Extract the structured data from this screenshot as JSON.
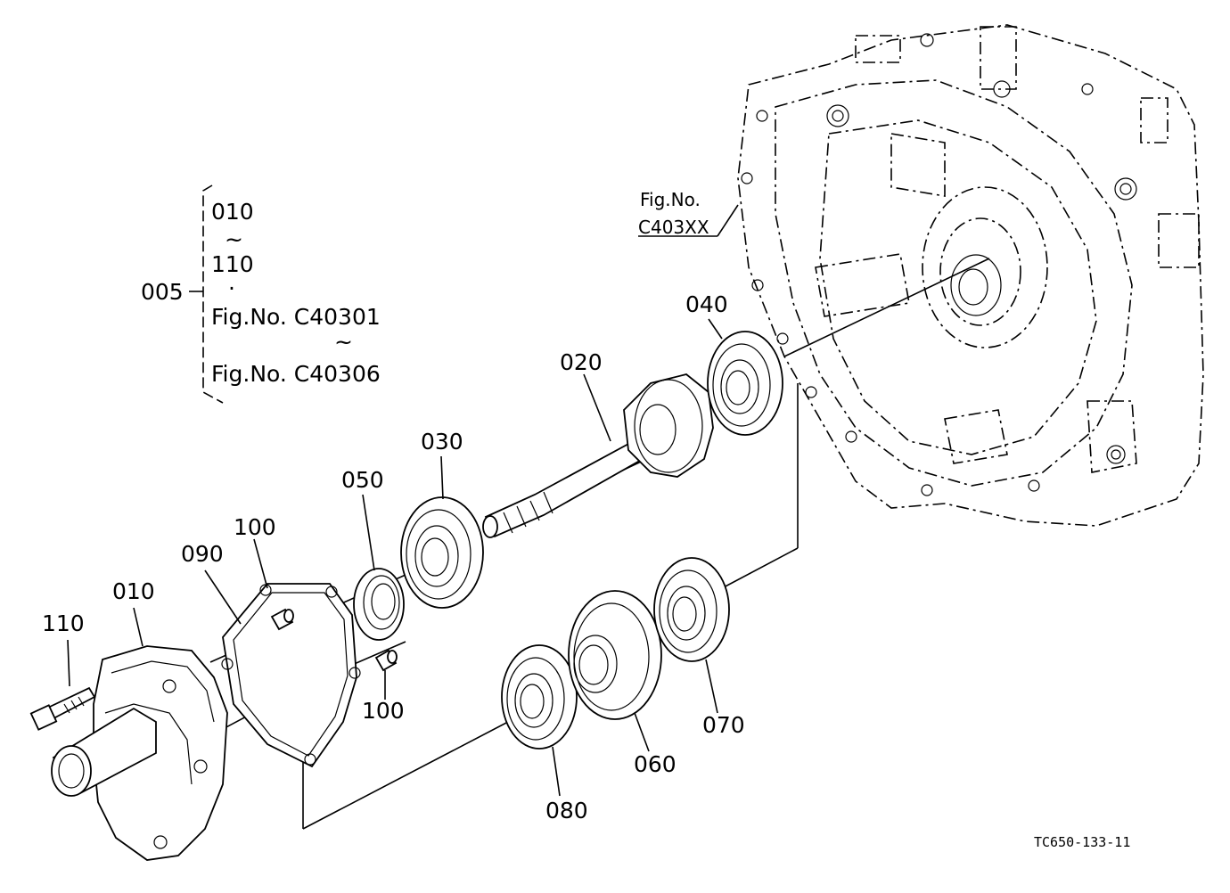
{
  "labels": {
    "p005": "005",
    "p010": "010",
    "p020": "020",
    "p030": "030",
    "p040": "040",
    "p050": "050",
    "p060": "060",
    "p070": "070",
    "p080": "080",
    "p090": "090",
    "p100a": "100",
    "p100b": "100",
    "p110": "110",
    "p010b": "010"
  },
  "bracket": {
    "line1": "010",
    "tilde1": "~",
    "line2": "110",
    "dot": "·",
    "line3": "Fig.No. C40301",
    "tilde2": "~",
    "line4": "Fig.No. C40306"
  },
  "reference": {
    "line1": "Fig.No.",
    "line2": "C403XX"
  },
  "figure_code": "TC650-133-11"
}
